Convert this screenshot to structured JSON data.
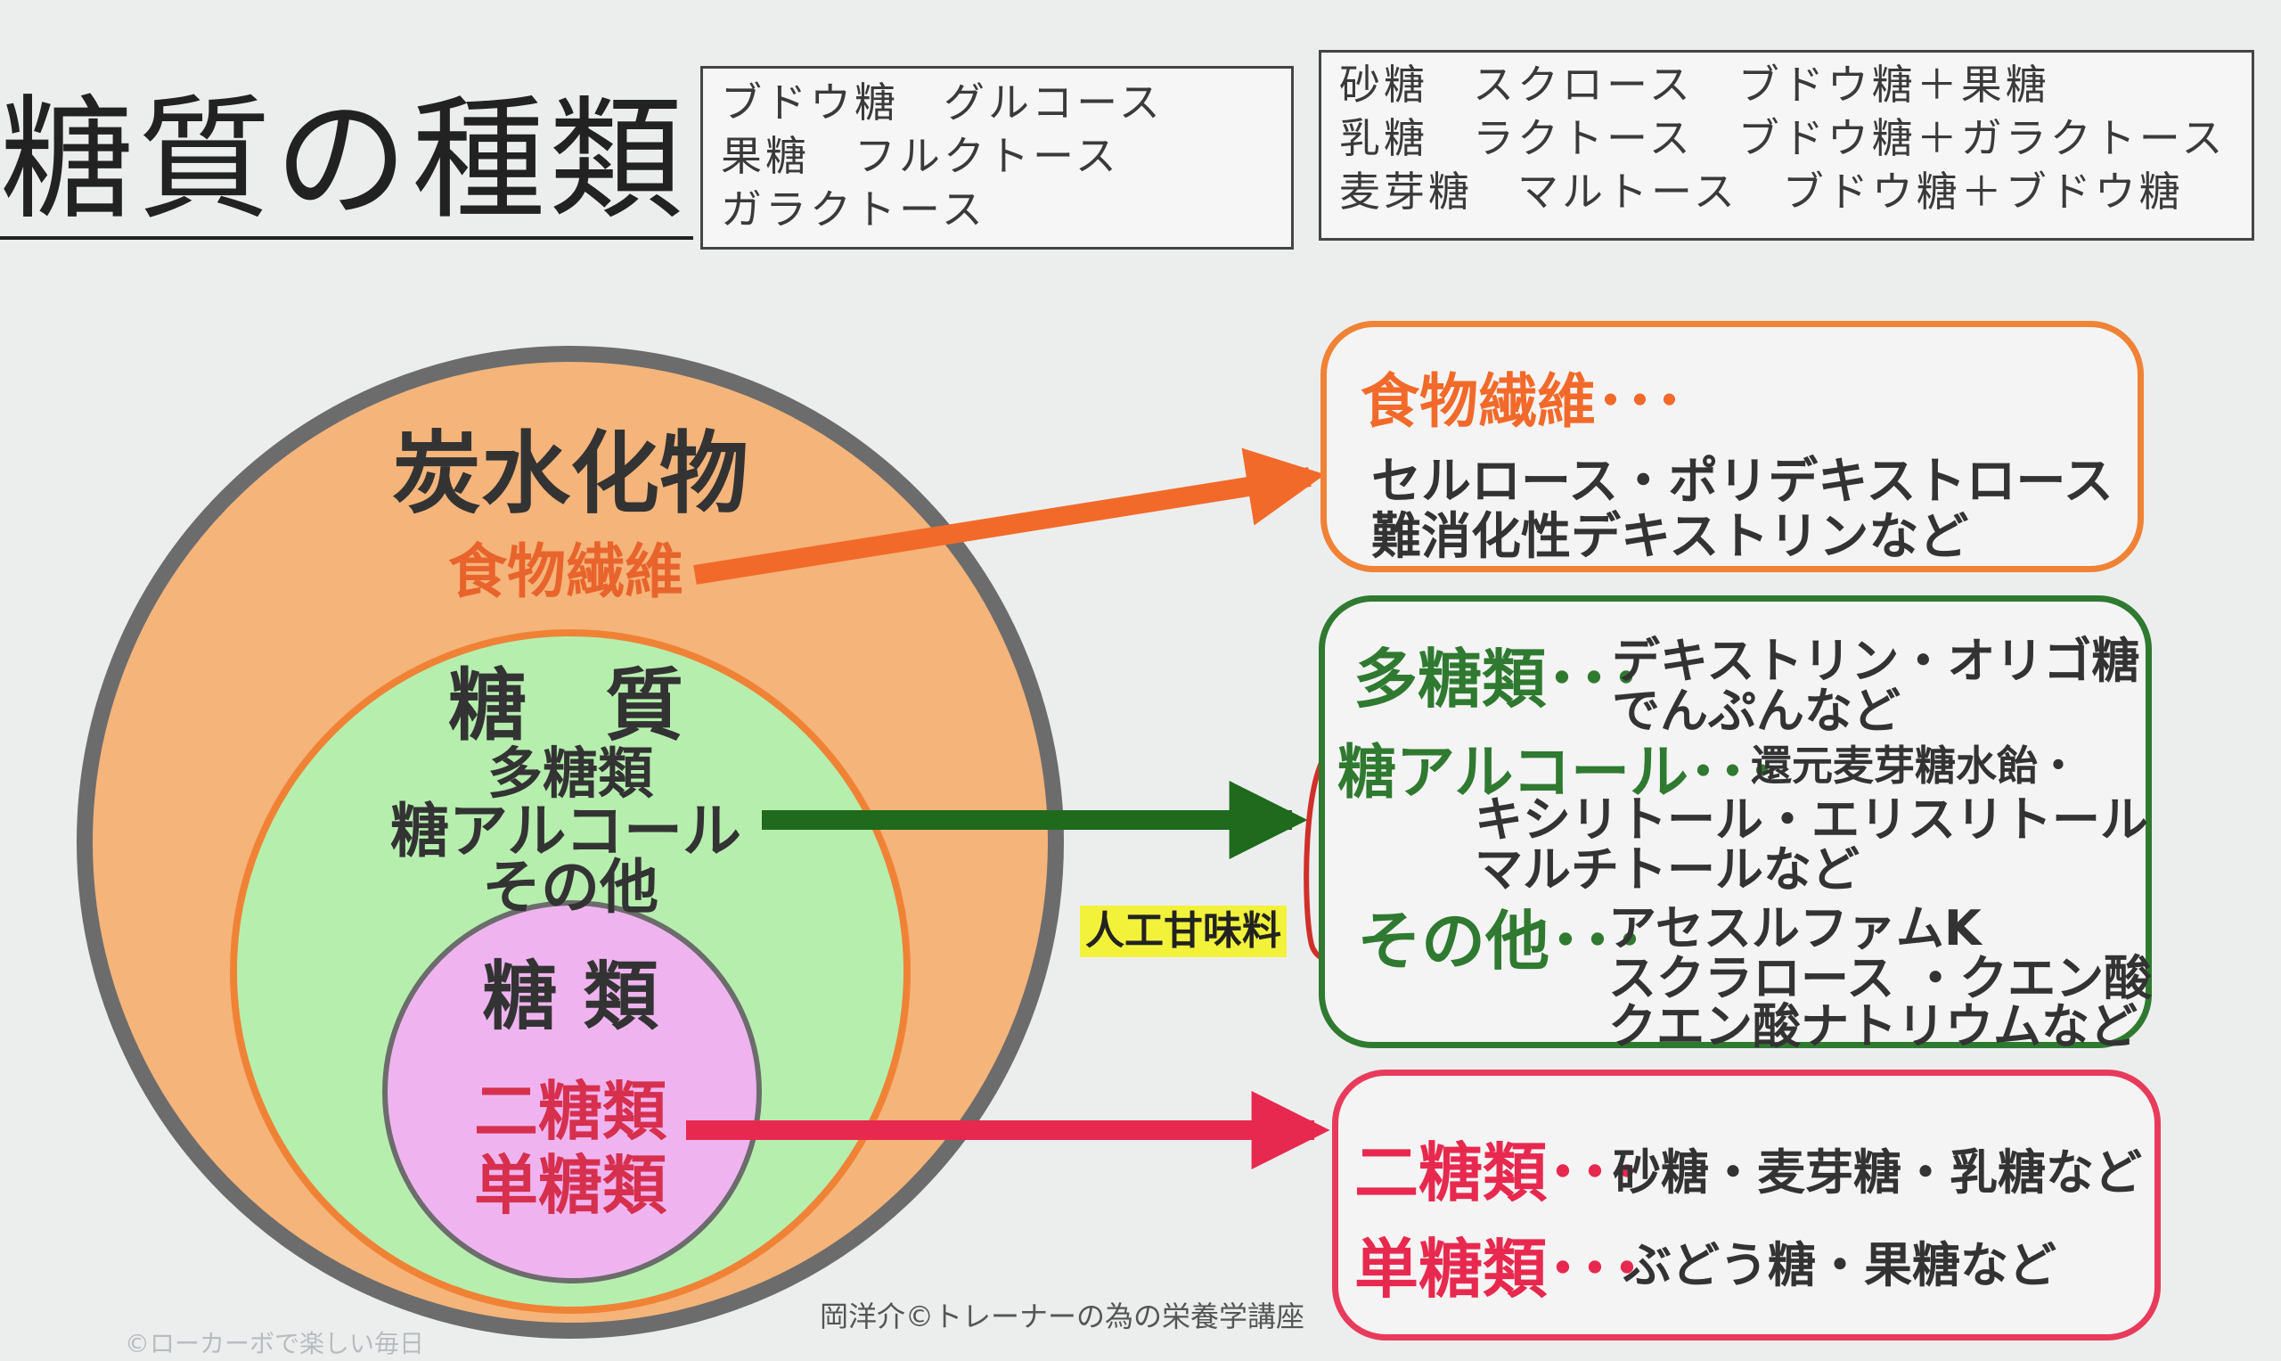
{
  "title": "糖質の種類",
  "gloss_mono": [
    "ブドウ糖　グルコース",
    "果糖　フルクトース",
    "ガラクトース"
  ],
  "gloss_di": [
    "砂糖　スクロース　ブドウ糖＋果糖",
    "乳糖　ラクトース　ブドウ糖＋ガラクトース",
    "麦芽糖　マルトース　ブドウ糖＋ブドウ糖"
  ],
  "circles": {
    "outer": {
      "title": "炭水化物",
      "sub": "食物繊維"
    },
    "middle": {
      "title": "糖　質",
      "items": [
        "多糖類",
        "糖アルコール",
        "その他"
      ]
    },
    "inner": {
      "title": "糖 類",
      "items": [
        "二糖類",
        "単糖類"
      ]
    }
  },
  "boxes": {
    "fiber": {
      "head": "食物繊維･･･",
      "lines": [
        "セルロース・ポリデキストロース",
        "難消化性デキストリンなど"
      ]
    },
    "carb": {
      "poly_head": "多糖類･･･",
      "poly_lines": [
        "デキストリン・オリゴ糖",
        "でんぷんなど"
      ],
      "alcohol_head": "糖アルコール･･･",
      "alcohol_lines": [
        "還元麦芽糖水飴・",
        "キシリトール・エリスリトール",
        "マルチトールなど"
      ],
      "other_head": "その他･･･",
      "other_lines": [
        "アセスルファムK",
        "スクラロース ・クエン酸",
        "クエン酸ナトリウムなど"
      ]
    },
    "sugar": {
      "di_head": "二糖類･･･",
      "di_text": "砂糖・麦芽糖・乳糖など",
      "mono_head": "単糖類･･･",
      "mono_text": "ぶどう糖・果糖など"
    }
  },
  "annotation": "人工甘味料",
  "footer": "岡洋介©トレーナーの為の栄養学講座",
  "watermark": "©ローカーボで楽しい毎日",
  "colors": {
    "orange": "#f08236",
    "orange_fill": "#f4b47a",
    "green": "#2f7a30",
    "green_fill": "#b6eeae",
    "pink": "#e83b5c",
    "pink_fill": "#efb4f0",
    "ring": "#6c6c6c",
    "dark_green_arrow": "#1f6a1c"
  }
}
